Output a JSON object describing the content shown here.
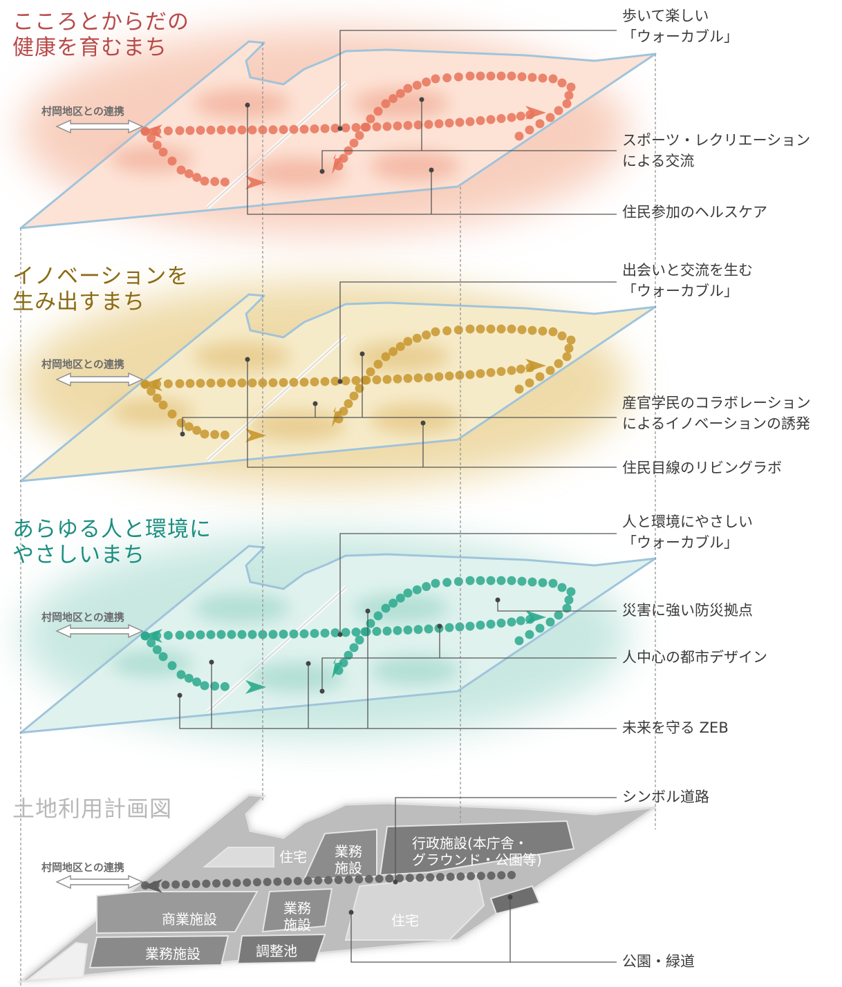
{
  "layers": [
    {
      "title_lines": [
        "こころとからだの",
        "健康を育むまち"
      ],
      "link_label": "村岡地区との連携",
      "annotations": [
        {
          "lines": [
            "歩いて楽しい",
            "「ウォーカブル」"
          ]
        },
        {
          "lines": [
            "スポーツ・レクリエーション",
            "による交流"
          ]
        },
        {
          "lines": [
            "住民参加のヘルスケア"
          ]
        }
      ],
      "color": "#e8735a"
    },
    {
      "title_lines": [
        "イノベーションを",
        "生み出すまち"
      ],
      "link_label": "村岡地区との連携",
      "annotations": [
        {
          "lines": [
            "出会いと交流を生む",
            "「ウォーカブル」"
          ]
        },
        {
          "lines": [
            "産官学民のコラボレーション",
            "によるイノベーションの誘発"
          ]
        },
        {
          "lines": [
            "住民目線のリビングラボ"
          ]
        }
      ],
      "color": "#c7962e"
    },
    {
      "title_lines": [
        "あらゆる人と環境に",
        "やさしいまち"
      ],
      "link_label": "村岡地区との連携",
      "annotations": [
        {
          "lines": [
            "人と環境にやさしい",
            "「ウォーカブル」"
          ]
        },
        {
          "lines": [
            "災害に強い防災拠点"
          ]
        },
        {
          "lines": [
            "人中心の都市デザイン"
          ]
        },
        {
          "lines": [
            "未来を守る ZEB"
          ]
        }
      ],
      "color": "#2aa88c"
    }
  ],
  "land_use": {
    "title": "土地利用計画図",
    "link_label": "村岡地区との連携",
    "annotations": [
      "シンボル道路",
      "公園・緑道"
    ],
    "zones": {
      "housing_north": "住宅",
      "business_north": "業務\n施設",
      "government": "行政施設(本庁舎・\nグラウンド・公園等)",
      "commercial": "商業施設",
      "business_mid": "業務\n施設",
      "housing_south": "住宅",
      "business_south": "業務施設",
      "retention_pond": "調整池"
    }
  }
}
